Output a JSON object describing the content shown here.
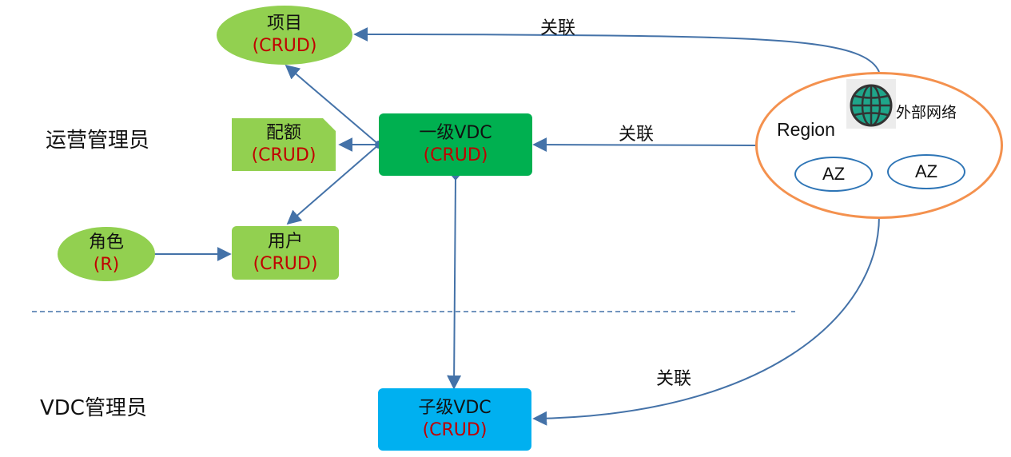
{
  "roles": {
    "ops_admin": "运营管理员",
    "vdc_admin": "VDC管理员"
  },
  "nodes": {
    "project": {
      "title": "项目",
      "perm": "(CRUD)"
    },
    "quota": {
      "title": "配额",
      "perm": "(CRUD)"
    },
    "first_vdc": {
      "title": "一级VDC",
      "perm": "(CRUD)"
    },
    "role": {
      "title": "角色",
      "perm": "(R)"
    },
    "user": {
      "title": "用户",
      "perm": "(CRUD)"
    },
    "child_vdc": {
      "title": "子级VDC",
      "perm": "(CRUD)"
    }
  },
  "region": {
    "label": "Region",
    "external_network": "外部网络",
    "az1": "AZ",
    "az2": "AZ"
  },
  "edges": {
    "assoc_project": "关联",
    "assoc_first_vdc": "关联",
    "assoc_child_vdc": "关联"
  },
  "colors": {
    "light_green": "#92d050",
    "dark_green": "#00b050",
    "blue": "#00b0f0",
    "permission_text": "#c00000",
    "arrow": "#4472a8",
    "region_border": "#f4914e",
    "az_border": "#2e75b6"
  },
  "icons": {
    "external_network": "globe-icon"
  }
}
